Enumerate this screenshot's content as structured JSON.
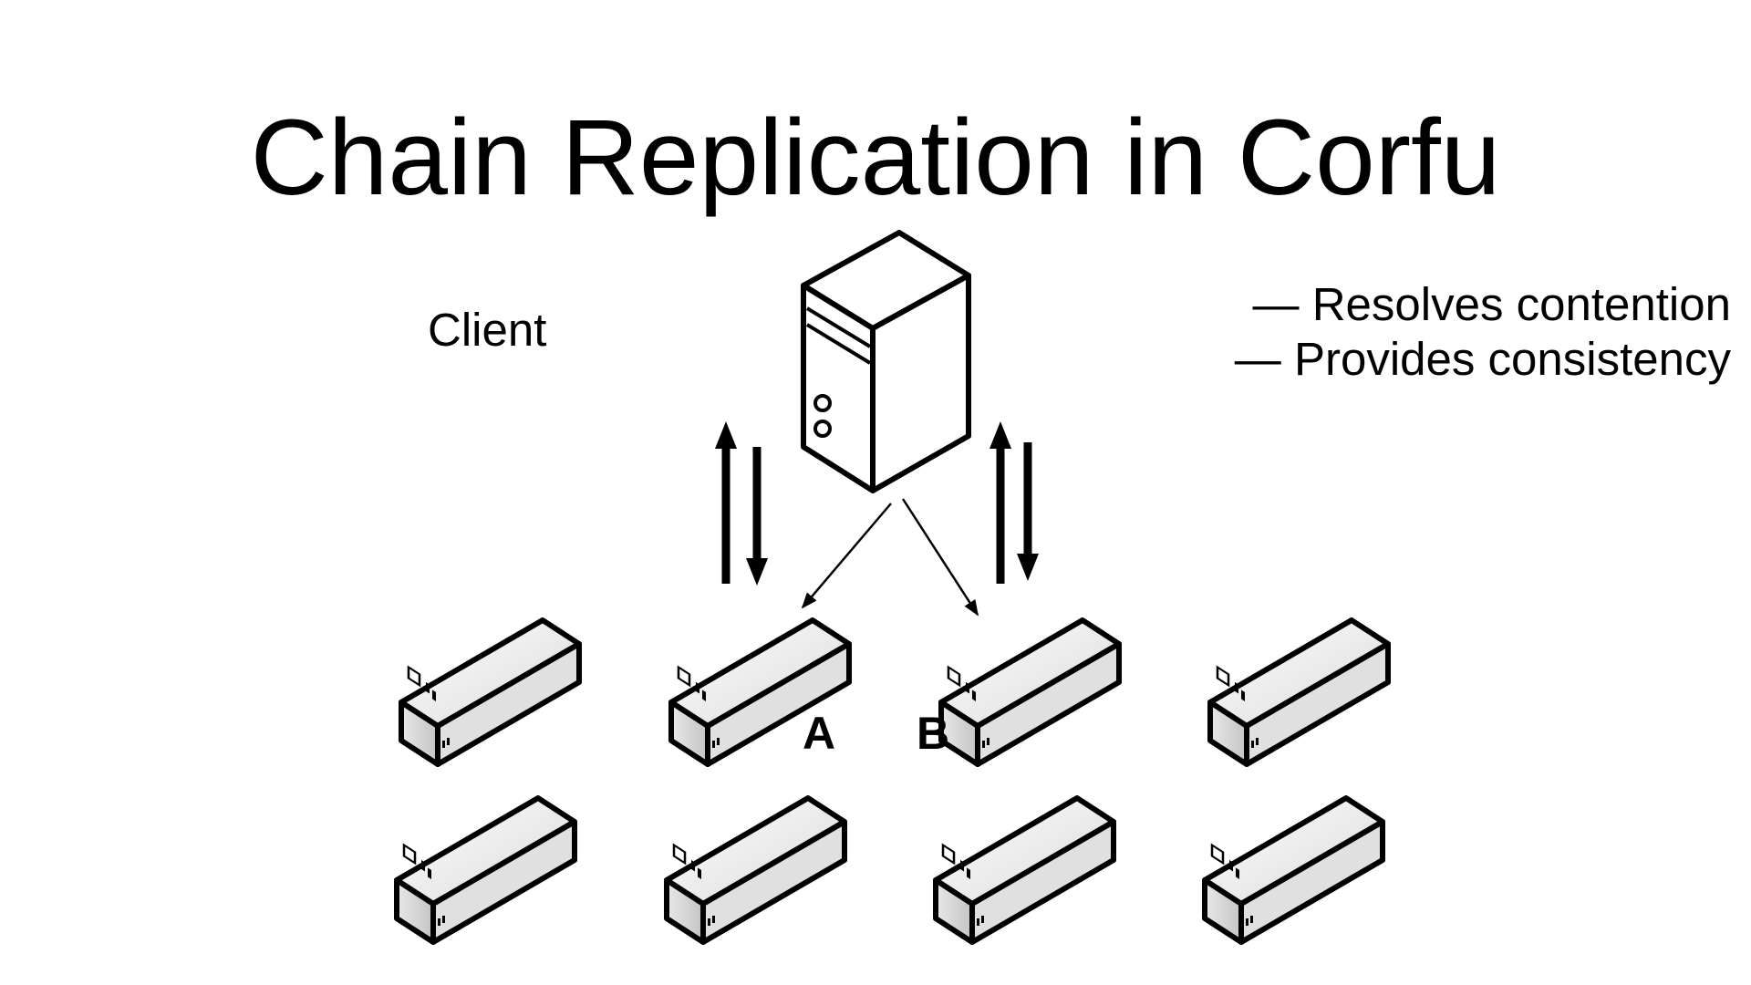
{
  "slide": {
    "title": "Chain Replication in Corfu",
    "client_label": "Client",
    "notes": [
      "— Resolves contention",
      "— Provides consistency"
    ],
    "node_labels": {
      "a": "A",
      "b": "B"
    }
  },
  "icons": {
    "client": "tower-server-icon",
    "storage": "storage-unit-icon"
  },
  "colors": {
    "background": "#ffffff",
    "ink": "#000000",
    "device_top": "#f2f2f2",
    "device_side": "#d6d6d6"
  }
}
